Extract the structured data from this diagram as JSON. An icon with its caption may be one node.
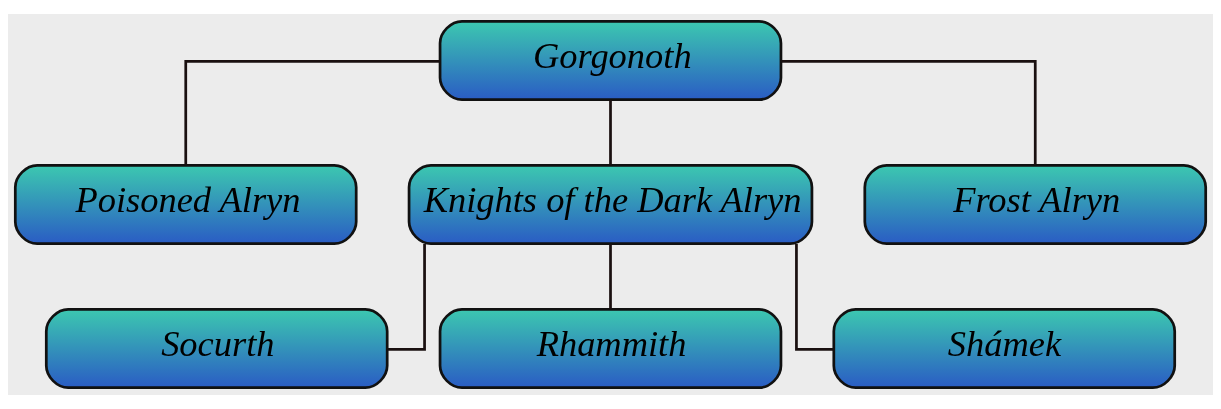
{
  "diagram": {
    "nodes": [
      {
        "text": [
          "Gorgonoth"
        ]
      },
      {
        "text": [
          "Poisoned Alryn"
        ]
      },
      {
        "text": [
          "Knights of the Dark Alryn"
        ]
      },
      {
        "text": [
          "Frost Alryn"
        ]
      },
      {
        "text": [
          "Socurth"
        ]
      },
      {
        "text": [
          "Rhammith"
        ]
      },
      {
        "text": [
          "Shámek"
        ]
      }
    ],
    "edges": [
      {
        "from": 0,
        "to": 1,
        "arrow": "none"
      },
      {
        "from": 0,
        "to": 2,
        "arrow": "none"
      },
      {
        "from": 0,
        "to": 3,
        "arrow": "none"
      },
      {
        "from": 2,
        "to": 4,
        "arrow": "none"
      },
      {
        "from": 2,
        "to": 5,
        "arrow": "none"
      },
      {
        "from": 2,
        "to": 6,
        "arrow": "none"
      }
    ]
  }
}
